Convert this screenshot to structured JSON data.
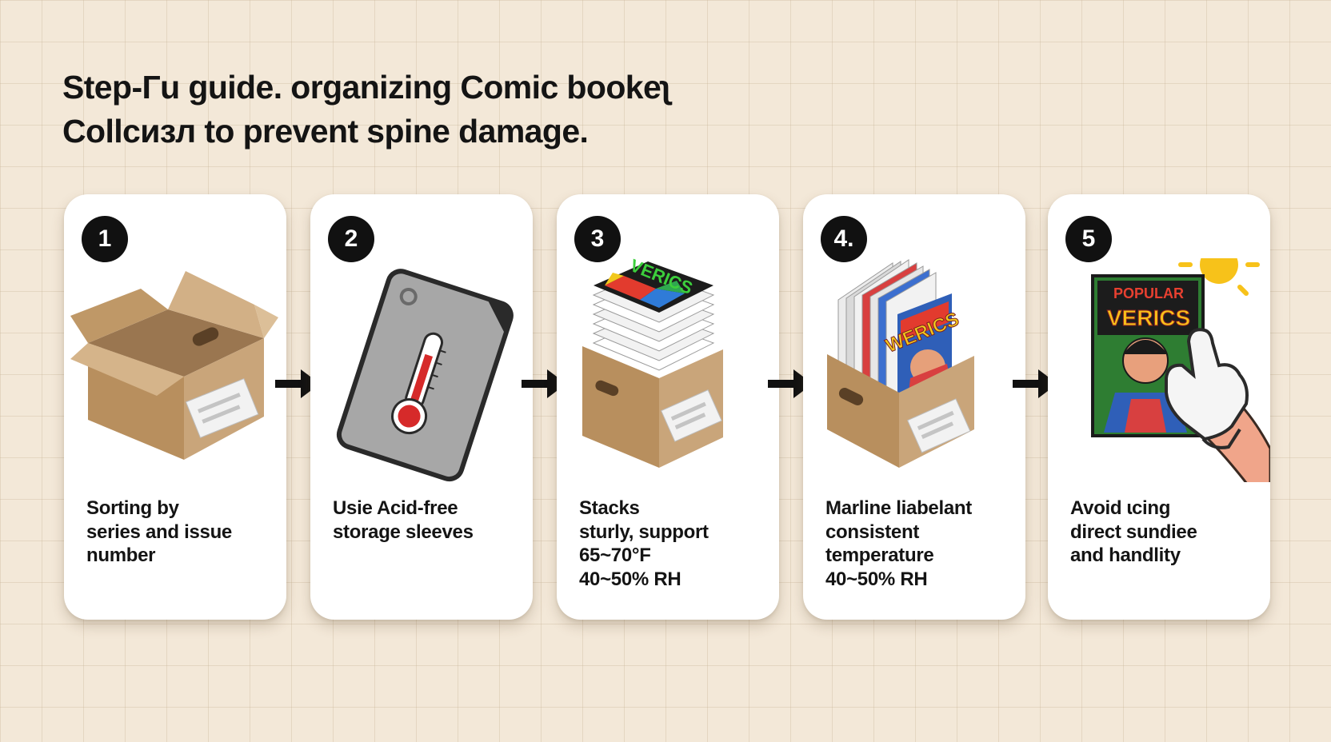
{
  "title": {
    "line1": "Step-Гu guide. organizing Comic bookeʅ",
    "line2": "Collсизл to prevent spine damage."
  },
  "steps": [
    {
      "number": "1",
      "icon": "cardboard-box-icon",
      "caption": [
        "Sorting by",
        "series and issue",
        "number"
      ]
    },
    {
      "number": "2",
      "icon": "thermometer-sleeve-icon",
      "caption": [
        "Usie Acid-free",
        "storage sleeves"
      ]
    },
    {
      "number": "3",
      "icon": "comic-stack-box-icon",
      "comic_text": "VERICS",
      "caption": [
        "Stacks",
        "ѕturly, support",
        "65~70°F",
        "40~50% RH"
      ]
    },
    {
      "number": "4.",
      "icon": "comic-bin-icon",
      "comic_text": "WERICS",
      "caption": [
        "Marline liabelant",
        "consistent",
        "temperature",
        "40~50% RH"
      ]
    },
    {
      "number": "5",
      "icon": "gloved-hand-comic-sun-icon",
      "comic_text": {
        "top": "POPULAR",
        "main": "VERICS"
      },
      "caption": [
        "Avoid ɩcing",
        "direct sundiee",
        "and handlity"
      ]
    }
  ],
  "colors": {
    "background": "#f3e8d8",
    "card": "#ffffff",
    "badge": "#111111",
    "box": "#c9a57a",
    "sun": "#f7c21a",
    "thermometer": "#d62a2a"
  }
}
